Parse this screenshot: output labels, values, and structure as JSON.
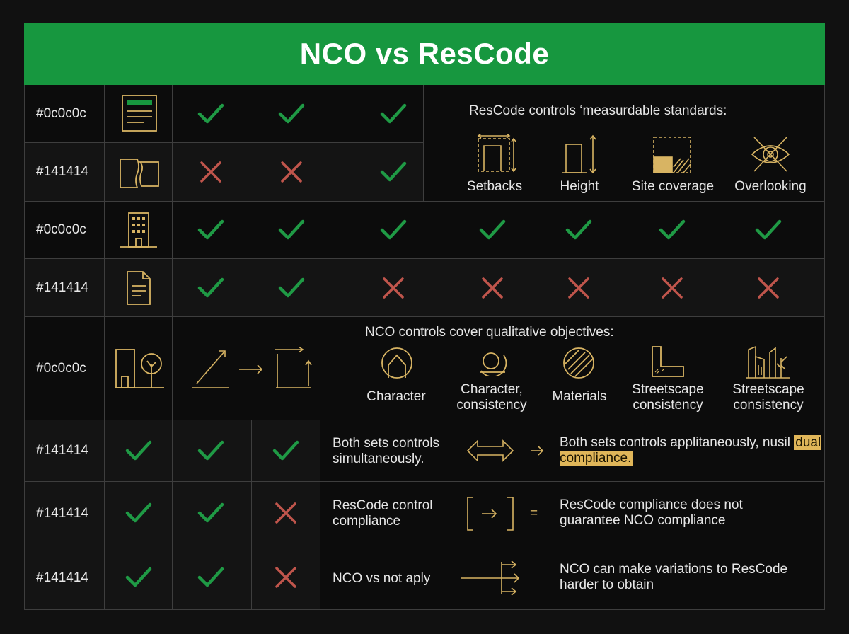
{
  "title": "NCO vs ResCode",
  "colors": {
    "header_green": "#17973f",
    "check_green": "#1f9a45",
    "cross_red": "#c0554c",
    "gold_line": "#d8b463",
    "highlight": "#e0b659"
  },
  "rows": [
    {
      "label": "#0c0c0c",
      "icon": "document-header-icon",
      "marks": [
        "check",
        "check",
        "check"
      ]
    },
    {
      "label": "#141414",
      "icon": "overlapping-shapes-icon",
      "marks": [
        "cross",
        "cross",
        "check"
      ]
    },
    {
      "label": "#0c0c0c",
      "icon": "building-icon",
      "marks": [
        "check",
        "check",
        "check",
        "check",
        "check",
        "check",
        "check"
      ]
    },
    {
      "label": "#141414",
      "icon": "document-icon",
      "marks": [
        "check",
        "check",
        "cross",
        "cross",
        "cross",
        "cross",
        "cross"
      ]
    },
    {
      "label": "#0c0c0c",
      "icon": "building-tree-icon"
    },
    {
      "label": "#141414",
      "marks": [
        "check",
        "check",
        "check"
      ]
    },
    {
      "label": "#141414",
      "marks": [
        "check",
        "check",
        "cross"
      ]
    },
    {
      "label": "#141414",
      "marks": [
        "check",
        "check",
        "cross"
      ]
    }
  ],
  "rescode_panel": {
    "heading": "ResCode controls ‘measurdable standards:",
    "items": [
      {
        "label": "Setbacks",
        "icon": "setback-arrows-icon"
      },
      {
        "label": "Height",
        "icon": "height-icon"
      },
      {
        "label": "Site coverage",
        "icon": "site-coverage-icon"
      },
      {
        "label": "Overlooking",
        "icon": "overlooking-eye-icon"
      }
    ]
  },
  "nco_panel": {
    "heading": "NCO controls cover qualitative objectives:",
    "items": [
      {
        "label": "Character",
        "icon": "arch-icon"
      },
      {
        "label": "Character, consistency",
        "icon": "circle-ring-icon"
      },
      {
        "label": "Materials",
        "icon": "hatched-circle-icon"
      },
      {
        "label": "Streetscape consistency",
        "icon": "streetscape-l-icon"
      },
      {
        "label": "Streetscape consistency",
        "icon": "streetscape-buildings-icon"
      }
    ]
  },
  "statements": [
    {
      "left": "Both sets controls simultaneously.",
      "right_prefix": "Both sets controls applitaneously, nusil",
      "right_highlight": "dual compliance."
    },
    {
      "left": "ResCode control compliance",
      "symbol": "=",
      "right": "ResCode compliance does not guarantee NCO compliance"
    },
    {
      "left": "NCO vs not aply",
      "right": "NCO can make variations to ResCode harder to obtain"
    }
  ]
}
